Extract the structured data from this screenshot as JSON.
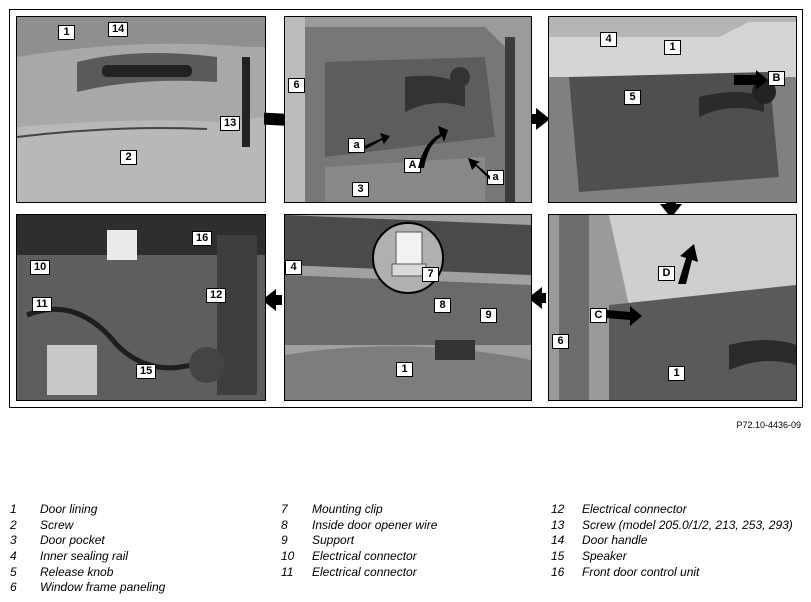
{
  "figure": {
    "reference": "P72.10-4436-09",
    "panels": [
      {
        "name": "panel-1",
        "callouts": [
          "1",
          "14",
          "13",
          "2"
        ]
      },
      {
        "name": "panel-2",
        "callouts": [
          "6",
          "a",
          "A",
          "a",
          "3"
        ]
      },
      {
        "name": "panel-3",
        "callouts": [
          "4",
          "1",
          "B",
          "5"
        ]
      },
      {
        "name": "panel-4",
        "callouts": [
          "D",
          "C",
          "6",
          "1"
        ]
      },
      {
        "name": "panel-5",
        "callouts": [
          "4",
          "7",
          "8",
          "9",
          "1"
        ]
      },
      {
        "name": "panel-6",
        "callouts": [
          "16",
          "10",
          "11",
          "12",
          "15"
        ]
      }
    ]
  },
  "legend": {
    "col1": [
      {
        "num": "1",
        "text": "Door lining"
      },
      {
        "num": "2",
        "text": "Screw"
      },
      {
        "num": "3",
        "text": "Door pocket"
      },
      {
        "num": "4",
        "text": "Inner sealing rail"
      },
      {
        "num": "5",
        "text": "Release knob"
      },
      {
        "num": "6",
        "text": "Window frame paneling"
      }
    ],
    "col2": [
      {
        "num": "7",
        "text": "Mounting clip"
      },
      {
        "num": "8",
        "text": "Inside door opener wire"
      },
      {
        "num": "9",
        "text": "Support"
      },
      {
        "num": "10",
        "text": "Electrical connector"
      },
      {
        "num": "11",
        "text": "Electrical connector"
      }
    ],
    "col3": [
      {
        "num": "12",
        "text": "Electrical connector"
      },
      {
        "num": "13",
        "text": "Screw (model 205.0/1/2, 213, 253, 293)"
      },
      {
        "num": "14",
        "text": "Door handle"
      },
      {
        "num": "15",
        "text": "Speaker"
      },
      {
        "num": "16",
        "text": "Front door control unit"
      }
    ]
  }
}
